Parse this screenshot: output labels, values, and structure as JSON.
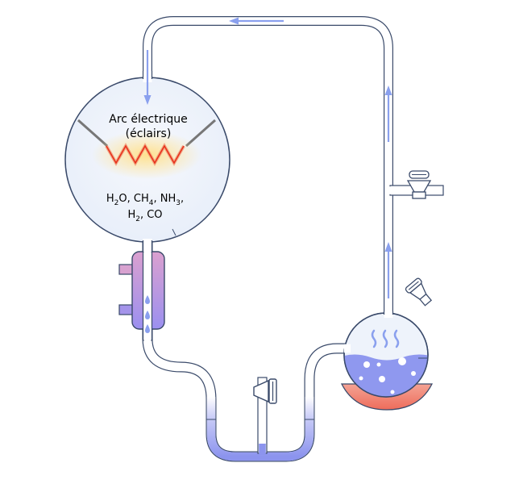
{
  "labels": {
    "arc_line1": "Arc électrique",
    "arc_line2": "(éclairs)",
    "gases_line1": [
      {
        "t": "H"
      },
      {
        "t": "2",
        "sub": true
      },
      {
        "t": "O, CH"
      },
      {
        "t": "4",
        "sub": true
      },
      {
        "t": ", NH"
      },
      {
        "t": "3",
        "sub": true
      },
      {
        "t": ","
      }
    ],
    "gases_line2": [
      {
        "t": "H"
      },
      {
        "t": "2",
        "sub": true
      },
      {
        "t": ", CO"
      }
    ]
  },
  "colors": {
    "tube_fill": "#ffffff",
    "tube_stroke": "#3a4a6a",
    "sphere_fill": "#eef3fb",
    "flow_arrow": "#8aa0ee",
    "electrode": "#777777",
    "spark": "#ee3322",
    "spark_glow": "#ffd27a",
    "liquid": "#8f98ef",
    "condenser_top": "#d99cd2",
    "condenser_bottom": "#9c8ff0",
    "heater": "#f07566"
  }
}
